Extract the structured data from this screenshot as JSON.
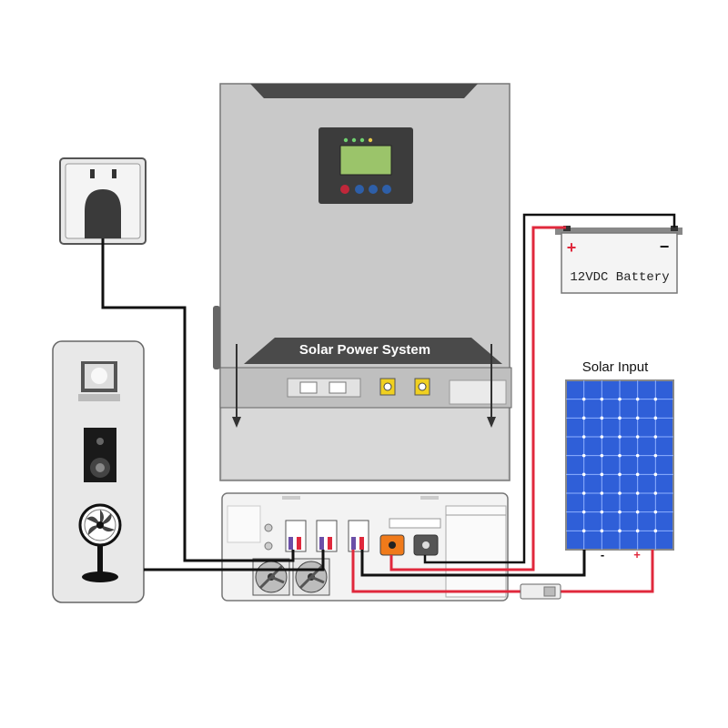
{
  "inverter": {
    "title": "Solar Power System"
  },
  "battery": {
    "label": "12VDC Battery",
    "plus": "+",
    "minus": "−"
  },
  "solar_panel": {
    "label": "Solar Input",
    "minus": "-",
    "plus": "+"
  },
  "colors": {
    "inverter_body": "#c8c8c8",
    "inverter_dark": "#4a4a4a",
    "lcd_screen": "#9bc46a",
    "button_red": "#c0273a",
    "button_blue": "#2e5fa8",
    "panel_blue": "#2f5fd8",
    "wire_red": "#e0283c",
    "wire_black": "#111111",
    "terminal_orange": "#f07a1a",
    "terminal_gray": "#555555"
  },
  "icons": [
    "wall-outlet-icon",
    "monitor-icon",
    "speaker-icon",
    "fan-icon",
    "cooling-fan-icon",
    "lcd-display-icon"
  ]
}
